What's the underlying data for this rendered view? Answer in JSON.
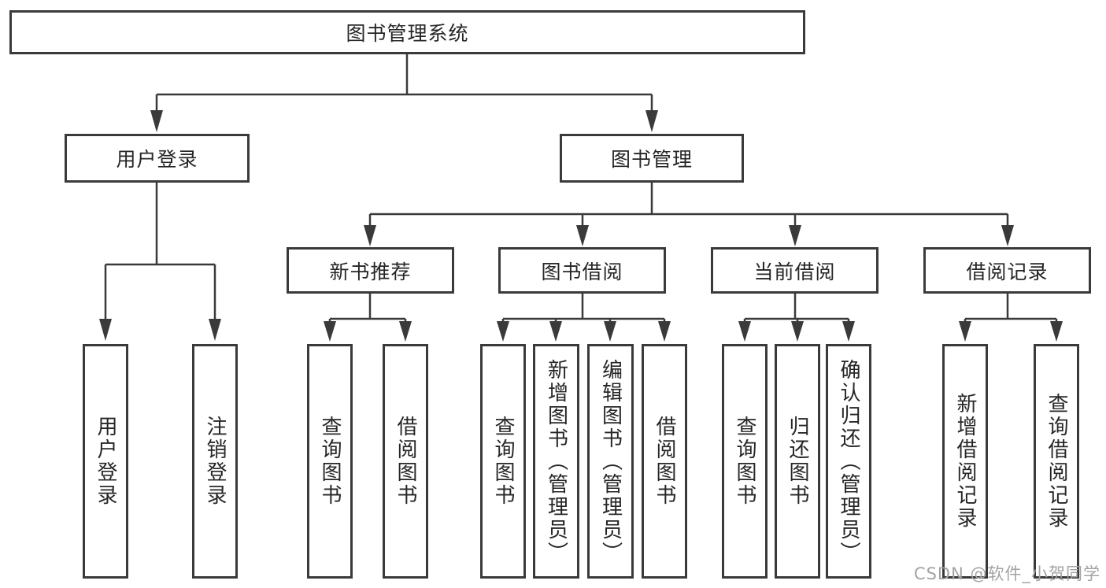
{
  "page": {
    "watermark": "CSDN @软件_小贺同学"
  },
  "colors": {
    "line": "#3a3a3a",
    "box_border": "#3a3a3a",
    "box_fill": "#ffffff",
    "text": "#262626",
    "watermark": "#a3a3a3"
  },
  "chart_data": {
    "type": "tree-diagram",
    "title": "图书管理系统"
  },
  "tree": {
    "root": "图书管理系统",
    "level2": [
      {
        "label": "用户登录",
        "parent": "图书管理系统"
      },
      {
        "label": "图书管理",
        "parent": "图书管理系统"
      }
    ],
    "level3": [
      {
        "label": "新书推荐",
        "parent": "图书管理"
      },
      {
        "label": "图书借阅",
        "parent": "图书管理"
      },
      {
        "label": "当前借阅",
        "parent": "图书管理"
      },
      {
        "label": "借阅记录",
        "parent": "图书管理"
      }
    ],
    "leaves": [
      {
        "label": "用户登录",
        "parent": "用户登录"
      },
      {
        "label": "注销登录",
        "parent": "用户登录"
      },
      {
        "label": "查询图书",
        "parent": "新书推荐"
      },
      {
        "label": "借阅图书",
        "parent": "新书推荐"
      },
      {
        "label": "查询图书",
        "parent": "图书借阅"
      },
      {
        "label": "新增图书（管理员）",
        "parent": "图书借阅"
      },
      {
        "label": "编辑图书（管理员）",
        "parent": "图书借阅"
      },
      {
        "label": "借阅图书",
        "parent": "图书借阅"
      },
      {
        "label": "查询图书",
        "parent": "当前借阅"
      },
      {
        "label": "归还图书",
        "parent": "当前借阅"
      },
      {
        "label": "确认归还（管理员）",
        "parent": "当前借阅"
      },
      {
        "label": "新增借阅记录",
        "parent": "借阅记录"
      },
      {
        "label": "查询借阅记录",
        "parent": "借阅记录"
      }
    ]
  }
}
